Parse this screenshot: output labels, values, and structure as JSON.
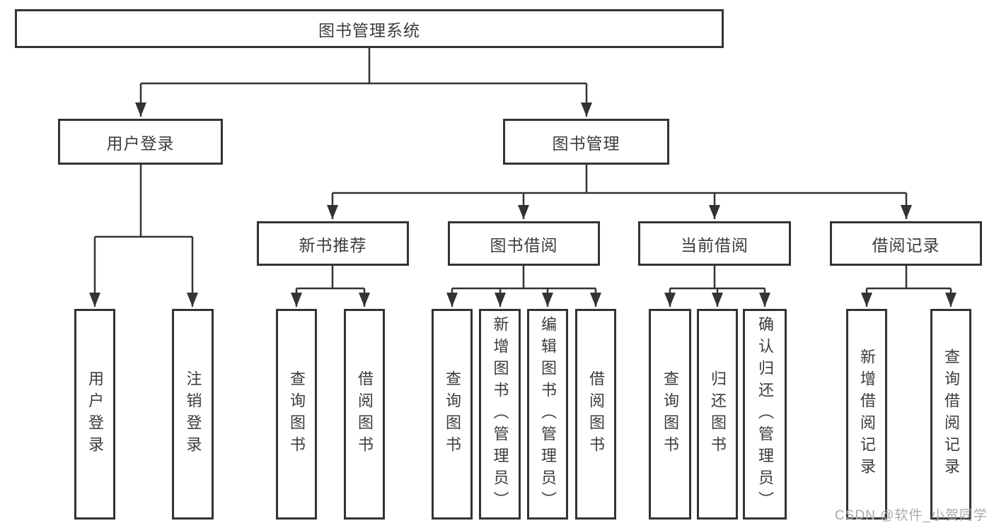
{
  "diagram": {
    "root": {
      "label": "图书管理系统"
    },
    "login": {
      "label": "用户登录",
      "children": [
        "用户登录",
        "注销登录"
      ]
    },
    "management": {
      "label": "图书管理",
      "groups": [
        {
          "label": "新书推荐",
          "children": [
            "查询图书",
            "借阅图书"
          ]
        },
        {
          "label": "图书借阅",
          "children": [
            "查询图书",
            "新增图书（管理员）",
            "编辑图书（管理员）",
            "借阅图书"
          ]
        },
        {
          "label": "当前借阅",
          "children": [
            "查询图书",
            "归还图书",
            "确认归还（管理员）"
          ]
        },
        {
          "label": "借阅记录",
          "children": [
            "新增借阅记录",
            "查询借阅记录"
          ]
        }
      ]
    },
    "watermark": "CSDN @软件_小贺同学",
    "colors": {
      "line": "#333333",
      "text": "#3c3c3c",
      "watermark": "#a9a9a9",
      "background": "#ffffff"
    }
  }
}
